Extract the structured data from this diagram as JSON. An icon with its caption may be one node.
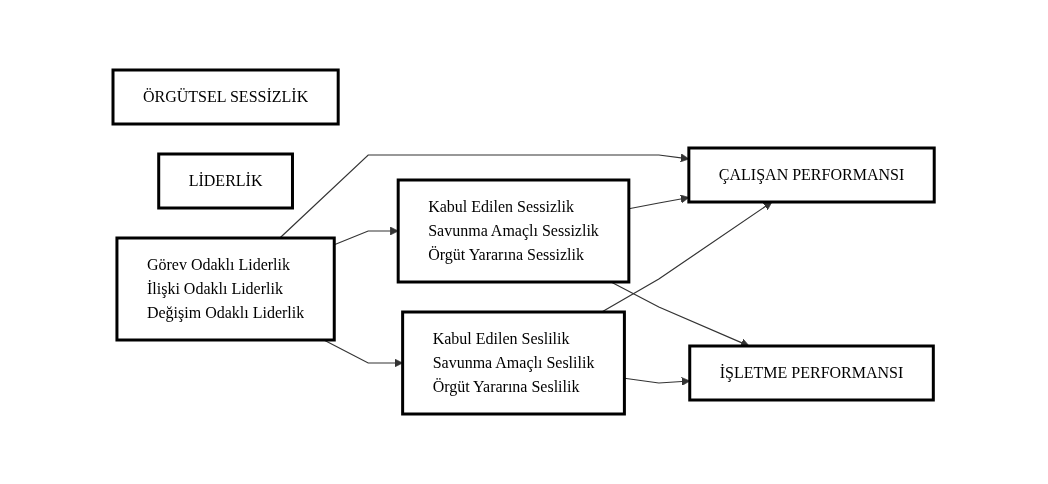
{
  "diagram": {
    "nodes": [
      {
        "text": [
          "ÖRGÜTSEL SESSİZLİK"
        ]
      },
      {
        "text": [
          "LİDERLİK"
        ]
      },
      {
        "text": [
          "Görev Odaklı Liderlik",
          "İlişki Odaklı Liderlik",
          "Değişim Odaklı Liderlik"
        ]
      },
      {
        "text": [
          "Kabul Edilen Sessizlik",
          "Savunma Amaçlı Sessizlik",
          "Örgüt Yararına Sessizlik"
        ]
      },
      {
        "text": [
          "Kabul Edilen Seslilik",
          "Savunma Amaçlı Seslilik",
          "Örgüt Yararına Seslilik"
        ]
      },
      {
        "text": [
          "ÇALIŞAN PERFORMANSI"
        ]
      },
      {
        "text": [
          "İŞLETME PERFORMANSI"
        ]
      }
    ],
    "edges": [
      {
        "from": 2,
        "to": 3,
        "arrow": "to"
      },
      {
        "from": 2,
        "to": 5,
        "arrow": "to"
      },
      {
        "from": 2,
        "to": 4,
        "arrow": "to"
      },
      {
        "from": 3,
        "to": 5,
        "arrow": "to"
      },
      {
        "from": 3,
        "to": 6,
        "arrow": "to"
      },
      {
        "from": 4,
        "to": 5,
        "arrow": "to"
      },
      {
        "from": 4,
        "to": 6,
        "arrow": "to"
      }
    ]
  }
}
